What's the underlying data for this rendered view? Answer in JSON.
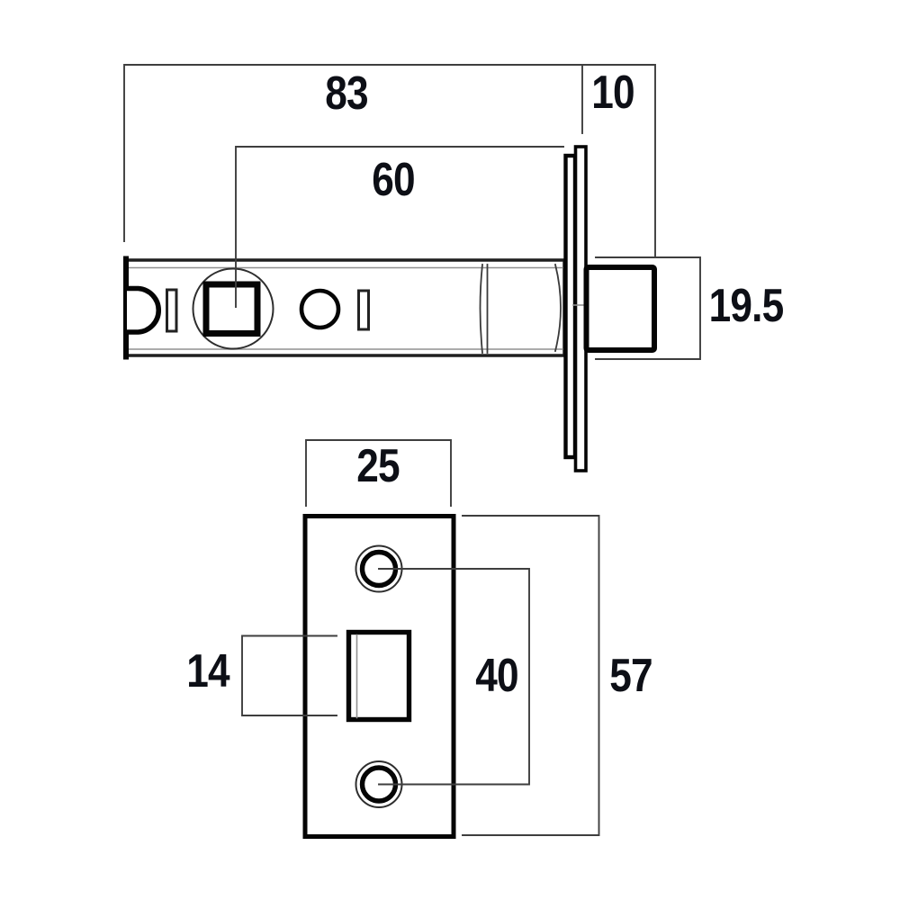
{
  "drawing": {
    "type": "technical-dimension-drawing",
    "subject": "tubular-latch-and-faceplate",
    "colors": {
      "background": "#ffffff",
      "dimension_line": "#3e3e3e",
      "outline_bold": "#050505",
      "outline_medium": "#1f1f1f",
      "label_text": "#0d0f16"
    },
    "side_view": {
      "dims": {
        "overall_length": "83",
        "faceplate_to_bolt_tip": "10",
        "backset": "60",
        "bolt_height": "19.5"
      }
    },
    "faceplate_view": {
      "dims": {
        "plate_width": "25",
        "bolt_cutout_width": "14",
        "screw_hole_centres": "40",
        "plate_height": "57"
      }
    }
  }
}
